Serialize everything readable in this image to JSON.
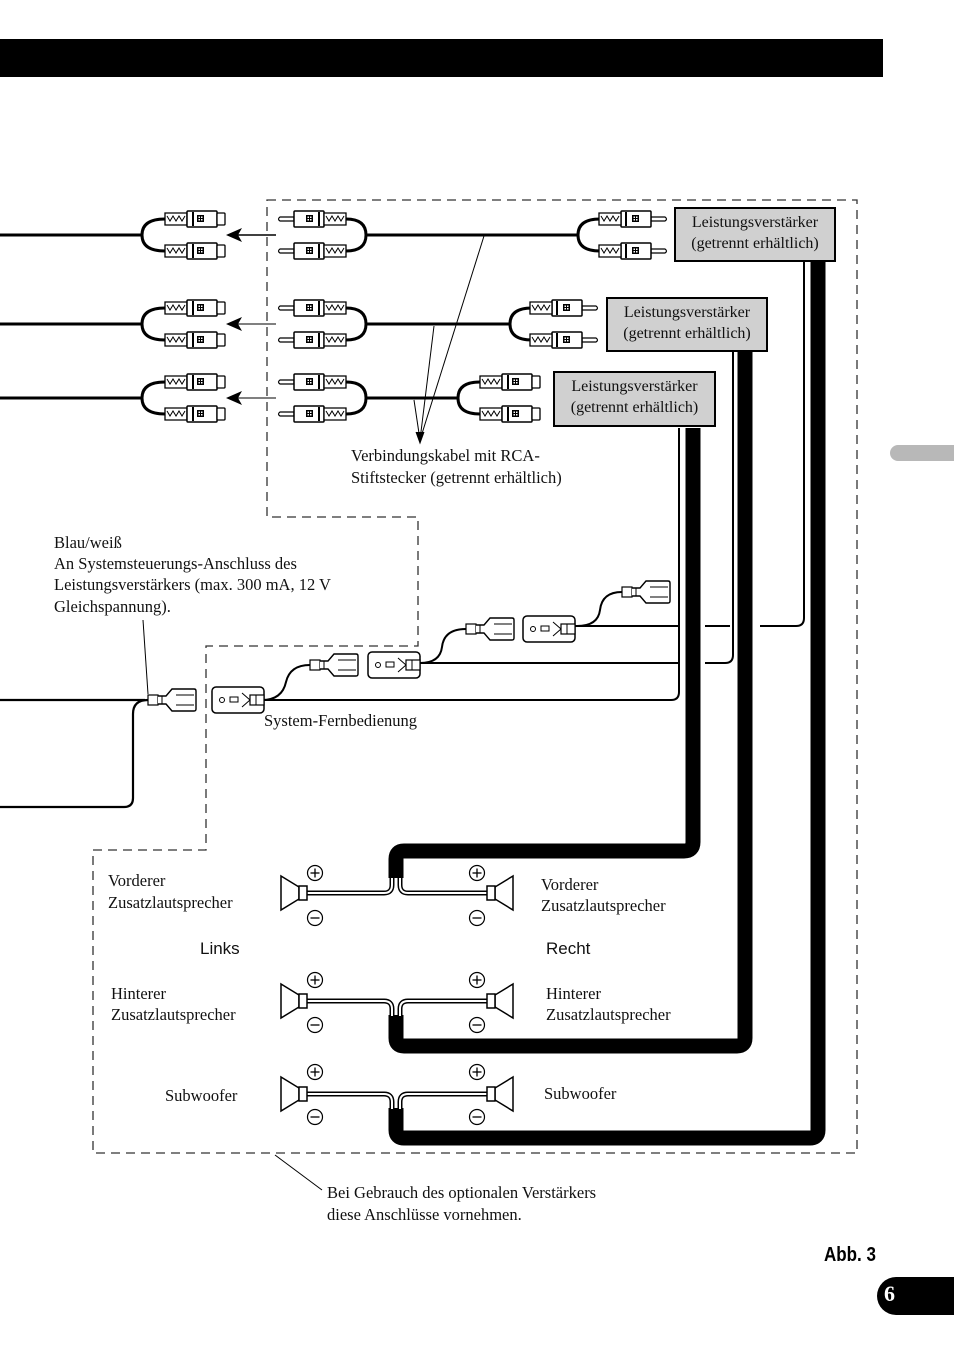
{
  "page": {
    "figure_label": "Abb. 3",
    "page_number": "6"
  },
  "amplifiers": [
    {
      "line1": "Leistungsverstärker",
      "line2": "(getrennt erhältlich)"
    },
    {
      "line1": "Leistungsverstärker",
      "line2": "(getrennt erhältlich)"
    },
    {
      "line1": "Leistungsverstärker",
      "line2": "(getrennt erhältlich)"
    }
  ],
  "labels": {
    "rca_cable": {
      "line1": "Verbindungskabel mit  RCA-",
      "line2": "Stiftstecker (getrennt erhältlich)"
    },
    "blue_white": {
      "line1": "Blau/weiß",
      "line2": "An Systemsteuerungs-Anschluss des",
      "line3": "Leistungsverstärkers (max. 300 mA, 12 V",
      "line4": "Gleichspannung)."
    },
    "system_remote": "System-Fernbedienung",
    "optional_amp_note": {
      "line1": "Bei Gebrauch des optionalen Verstärkers",
      "line2": "diese Anschlüsse vornehmen."
    }
  },
  "speakers": {
    "left_heading": "Links",
    "right_heading": "Recht",
    "front_left": {
      "line1": "Vorderer",
      "line2": "Zusatzlautsprecher"
    },
    "front_right": {
      "line1": "Vorderer",
      "line2": "Zusatzlautsprecher"
    },
    "rear_left": {
      "line1": "Hinterer",
      "line2": "Zusatzlautsprecher"
    },
    "rear_right": {
      "line1": "Hinterer",
      "line2": "Zusatzlautsprecher"
    },
    "sub_left": "Subwoofer",
    "sub_right": "Subwoofer",
    "plus_symbol": "+",
    "minus_symbol": "−"
  },
  "colors": {
    "amp_fill": "#d0d0d0",
    "side_tab": "#b8b8b8",
    "ink": "#000000"
  }
}
